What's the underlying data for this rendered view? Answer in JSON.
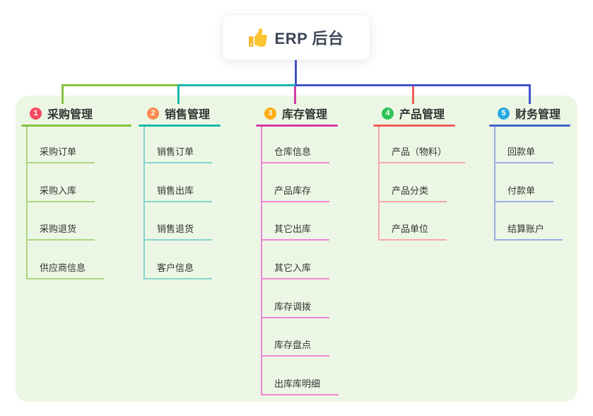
{
  "root": {
    "label": "ERP 后台",
    "icon": "thumbs-up",
    "line_color": "#4152cc"
  },
  "background": {
    "page": "#ffffff",
    "panel": "#ebf7e4"
  },
  "branches": [
    {
      "index": "1",
      "title": "采购管理",
      "colors": {
        "badge": "#f5495e",
        "line": "#84c341",
        "light": "#abd582"
      },
      "children": [
        "采购订单",
        "采购入库",
        "采购退货",
        "供应商信息"
      ]
    },
    {
      "index": "2",
      "title": "销售管理",
      "colors": {
        "badge": "#fd8a4e",
        "line": "#1cb6ad",
        "light": "#85d5cd"
      },
      "children": [
        "销售订单",
        "销售出库",
        "销售退货",
        "客户信息"
      ]
    },
    {
      "index": "3",
      "title": "库存管理",
      "colors": {
        "badge": "#ffac12",
        "line": "#d538a8",
        "light": "#ef86d6"
      },
      "children": [
        "仓库信息",
        "产品库存",
        "其它出库",
        "其它入库",
        "库存调拨",
        "库存盘点",
        "出库库明细"
      ]
    },
    {
      "index": "4",
      "title": "产品管理",
      "colors": {
        "badge": "#2dc258",
        "line": "#f25c5c",
        "light": "#f8a6a6"
      },
      "children": [
        "产品（物料）",
        "产品分类",
        "产品单位"
      ]
    },
    {
      "index": "5",
      "title": "财务管理",
      "colors": {
        "badge": "#29a9e0",
        "line": "#4463cb",
        "light": "#9aabe2"
      },
      "children": [
        "回款单",
        "付款单",
        "结算账户"
      ]
    }
  ]
}
